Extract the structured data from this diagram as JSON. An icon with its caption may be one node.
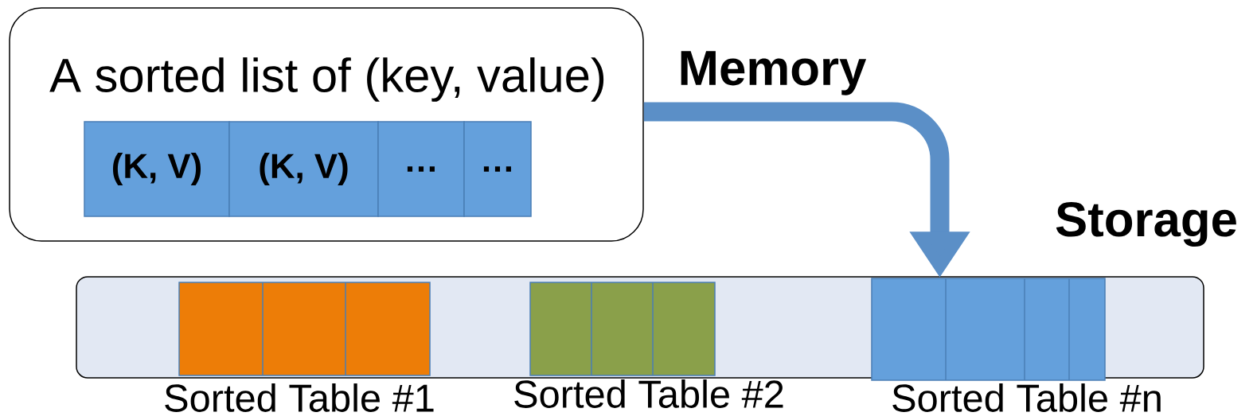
{
  "diagram": {
    "nodes": [
      {
        "text": [
          "A sorted list of (key, value)"
        ]
      },
      {
        "text": [
          "(K, V)"
        ],
        "in": 0
      },
      {
        "text": [
          "(K, V)"
        ],
        "in": 0
      },
      {
        "text": [
          "…"
        ],
        "in": 0
      },
      {
        "text": [
          "…"
        ],
        "in": 0
      },
      {
        "text": [],
        "shape": "bar"
      },
      {
        "text": [],
        "shape": "box",
        "in": 5,
        "beside": [
          "Sorted Table #1"
        ]
      },
      {
        "text": [],
        "shape": "box",
        "in": 5,
        "beside": [
          "Sorted Table #2"
        ]
      },
      {
        "text": [],
        "shape": "box",
        "in": 5,
        "beside": [
          "Sorted Table #n"
        ]
      }
    ],
    "edges": [
      {
        "from": 0,
        "to": 8,
        "arrow": "to",
        "color": "#5b8fc7"
      }
    ],
    "labels": [
      "Memory",
      "Storage"
    ]
  }
}
